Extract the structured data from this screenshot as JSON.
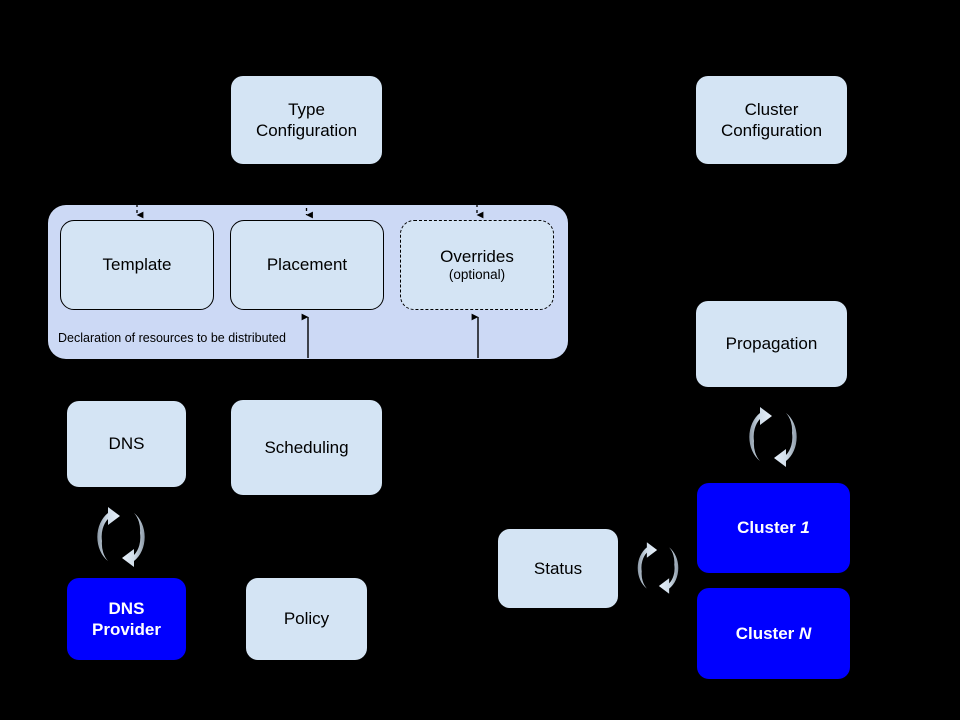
{
  "diagram": {
    "title": "Kubernetes federation resource distribution diagram",
    "background_color": "#000000",
    "card_color": "#d4e4f4",
    "group_color": "#ccd9f5",
    "accent_color": "#0000ff",
    "text_color": "#000000",
    "blue_text_color": "#ffffff"
  },
  "nodes": {
    "type_configuration": {
      "label": "Type\nConfiguration"
    },
    "cluster_configuration": {
      "label": "Cluster\nConfiguration"
    },
    "template": {
      "label": "Template"
    },
    "placement": {
      "label": "Placement"
    },
    "overrides": {
      "label": "Overrides",
      "sublabel": "(optional)"
    },
    "group_caption": {
      "label": "Declaration of resources to be distributed"
    },
    "dns": {
      "label": "DNS"
    },
    "scheduling": {
      "label": "Scheduling"
    },
    "dns_provider": {
      "label": "DNS\nProvider"
    },
    "policy": {
      "label": "Policy"
    },
    "propagation": {
      "label": "Propagation"
    },
    "status": {
      "label": "Status"
    },
    "cluster_1": {
      "label_plain": "Cluster ",
      "label_emph": "1"
    },
    "cluster_n": {
      "label_plain": "Cluster ",
      "label_emph": "N"
    }
  },
  "icons": {
    "sync_dns": "sync-arrows-icon",
    "sync_propagation": "sync-arrows-icon",
    "sync_status": "sync-arrows-icon"
  },
  "connectors": [
    {
      "name": "type-config-to-template",
      "style": "dashed",
      "direction": "down"
    },
    {
      "name": "type-config-to-placement",
      "style": "dashed",
      "direction": "down"
    },
    {
      "name": "type-config-to-overrides",
      "style": "dashed",
      "direction": "down"
    },
    {
      "name": "scheduling-to-placement",
      "style": "solid",
      "direction": "up"
    },
    {
      "name": "policy-to-overrides",
      "style": "solid",
      "direction": "up"
    }
  ]
}
